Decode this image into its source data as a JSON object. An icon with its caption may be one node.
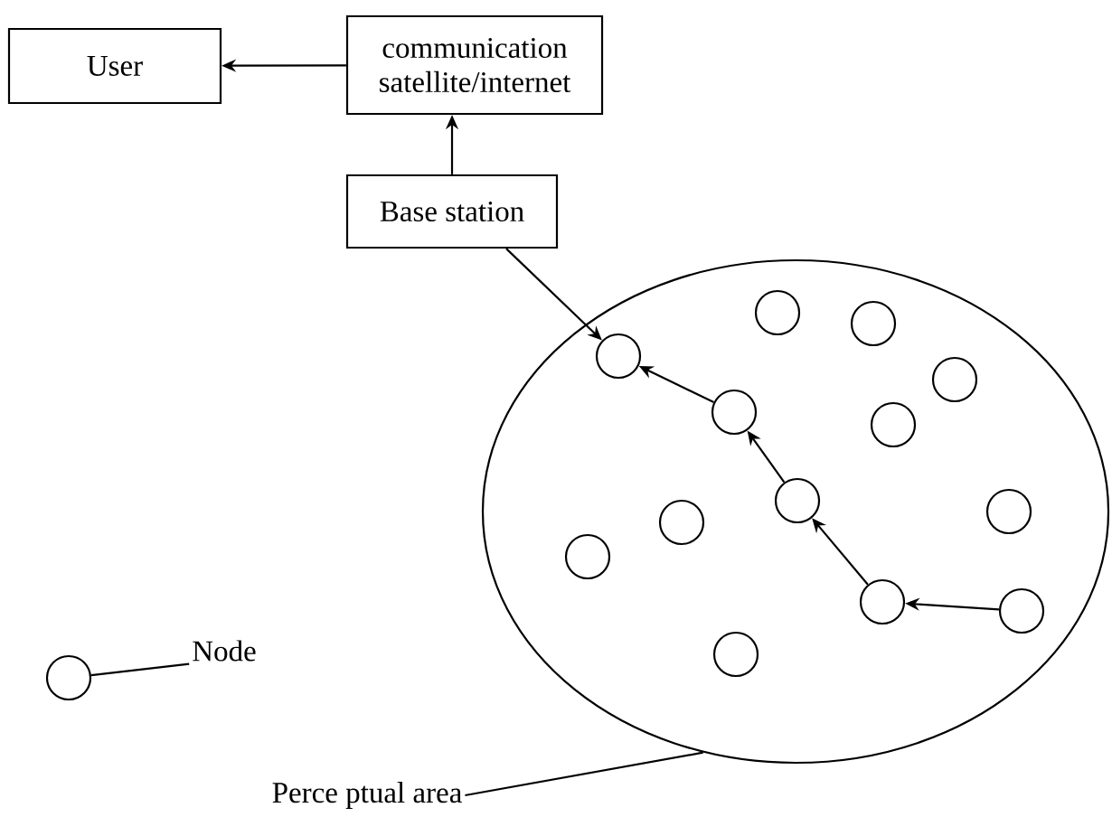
{
  "diagram": {
    "nodes": [
      {
        "text": [
          "User"
        ]
      },
      {
        "text": [
          "communication satellite/internet"
        ]
      },
      {
        "text": [
          "Base station"
        ]
      },
      {
        "text": [],
        "shape": "ellipse"
      },
      {
        "text": [],
        "shape": "circle",
        "in": 3
      },
      {
        "text": [],
        "shape": "circle",
        "in": 3
      },
      {
        "text": [],
        "shape": "circle",
        "in": 3
      },
      {
        "text": [],
        "shape": "circle",
        "in": 3
      },
      {
        "text": [],
        "shape": "circle",
        "in": 3
      },
      {
        "text": [],
        "shape": "circle",
        "in": 3
      },
      {
        "text": [],
        "shape": "circle",
        "in": 3
      },
      {
        "text": [],
        "shape": "circle",
        "in": 3
      },
      {
        "text": [],
        "shape": "circle",
        "in": 3
      },
      {
        "text": [],
        "shape": "circle",
        "in": 3
      },
      {
        "text": [],
        "shape": "circle",
        "in": 3
      },
      {
        "text": [],
        "shape": "circle",
        "in": 3
      },
      {
        "text": [],
        "shape": "circle",
        "in": 3
      },
      {
        "text": [],
        "shape": "circle"
      },
      {
        "text": [
          "Node"
        ]
      },
      {
        "text": [
          "Perce ptual area"
        ]
      }
    ],
    "edges": [
      {
        "from": 1,
        "to": 0,
        "arrow": "to"
      },
      {
        "from": 2,
        "to": 1,
        "arrow": "to"
      },
      {
        "from": 2,
        "to": 6,
        "arrow": "to"
      },
      {
        "from": 8,
        "to": 6,
        "arrow": "to"
      },
      {
        "from": 10,
        "to": 8,
        "arrow": "to"
      },
      {
        "from": 14,
        "to": 10,
        "arrow": "to"
      },
      {
        "from": 15,
        "to": 14,
        "arrow": "to"
      },
      {
        "from": 18,
        "to": 17,
        "arrow": "none"
      },
      {
        "from": 19,
        "to": 3,
        "arrow": "none"
      }
    ]
  }
}
